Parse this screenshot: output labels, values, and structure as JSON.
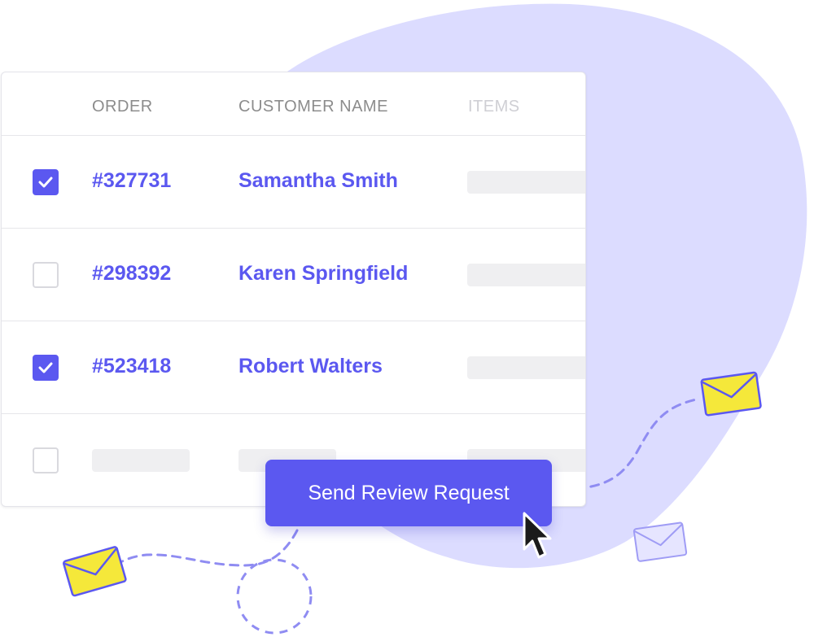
{
  "table": {
    "columns": {
      "order": "ORDER",
      "customer_name": "CUSTOMER NAME",
      "items": "ITEMS"
    },
    "rows": [
      {
        "checked": true,
        "order": "#327731",
        "customer": "Samantha Smith"
      },
      {
        "checked": false,
        "order": "#298392",
        "customer": "Karen Springfield"
      },
      {
        "checked": true,
        "order": "#523418",
        "customer": "Robert Walters"
      },
      {
        "checked": false,
        "order": "",
        "customer": ""
      }
    ]
  },
  "action": {
    "send_label": "Send Review Request"
  },
  "colors": {
    "accent": "#5b58f0",
    "blob": "#dcdcff",
    "envelope_yellow": "#f5e83a",
    "envelope_outline": "#5b58f0",
    "envelope_faded": "#d9d8ff",
    "dashed_line": "#8f8cf2"
  },
  "icons": {
    "check": "check-icon",
    "cursor": "mouse-pointer-icon",
    "envelope": "envelope-icon"
  }
}
